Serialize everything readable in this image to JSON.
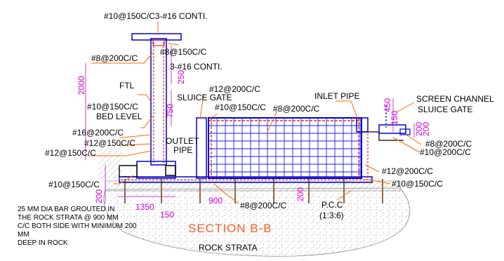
{
  "drawing": {
    "section_title": "SECTION B-B",
    "rock_label": "ROCK STRATA",
    "pcc_label": "P.C.C",
    "pcc_mix": "(1:3:6)",
    "note_lines": [
      "25 MM DIA BAR GROUTED IN",
      "THE ROCK STRATA @ 900 MM",
      "C/C BOTH SIDE WITH MINIMUM 200",
      "MM",
      "DEEP IN ROCK"
    ],
    "labels": {
      "top_rebar": "#10@150C/C3-#16  CONTI.",
      "wall_rebar_left": "#8@200C/C",
      "wall_rebar_right": "#8@150C/C",
      "conti": "3-#16  CONTI.",
      "ftl": "FTL",
      "sluice_gate_left": "SLUICE GATE",
      "wall_mid_rebar": "#10@150C/C",
      "bed_level": "BED LEVEL",
      "rebar_16": "#16@200C/C",
      "rebar_12a": "#12@150C/C",
      "rebar_12b": "#12@150C/C",
      "outlet_pipe_1": "OUTLET",
      "outlet_pipe_2": "PIPE",
      "rebar_10_bottom": "#10@150C/C",
      "tank_top_rebar": "#12@200C/C",
      "tank_rebar_10": "#10@150C/C",
      "tank_rebar_8": "#8@200C/C",
      "inlet_pipe": "INLET PIPE",
      "screen_channel": "SCREEN CHANNEL",
      "sluice_gate_right": "SLUICE GATE",
      "right_8": "#8@200C/C",
      "right_10": "#10@200C/C",
      "right_12": "#12@200C/C",
      "right_10b": "#10@150C/C",
      "base_8": "#8@200C/C"
    },
    "dims": {
      "d2000": "2000",
      "d250": "250",
      "d750": "750",
      "d1350": "1350",
      "d150": "150",
      "d900": "900",
      "d200": "200",
      "d150r": "150",
      "d450": "450",
      "d200r": "200",
      "d200r2": "200",
      "d200base": "200"
    },
    "colors": {
      "outline": "#0000cc",
      "rebar": "#e00000",
      "leader": "#ff6a00",
      "dimension": "#d000d0",
      "grid": "#1a1aff"
    }
  }
}
